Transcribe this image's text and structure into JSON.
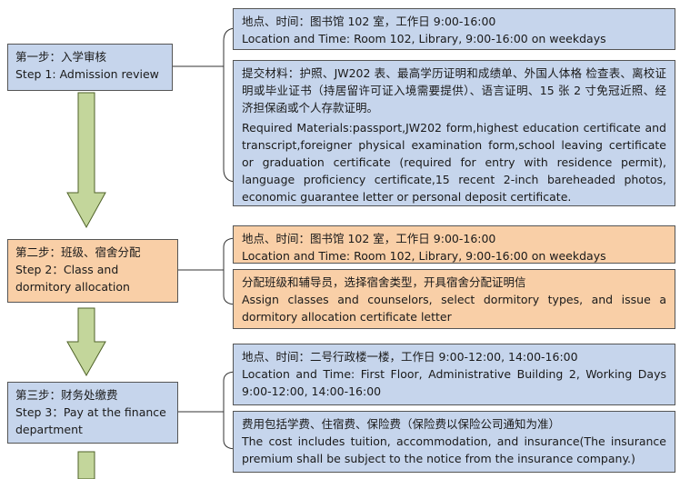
{
  "steps": [
    {
      "zh": "第一步：入学审核",
      "en": "Step 1: Admission review",
      "info1": {
        "zh": "地点、时间：图书馆 102 室，工作日 9:00-16:00",
        "en": "Location and Time: Room 102, Library, 9:00-16:00 on weekdays"
      },
      "info2": {
        "zh": "提交材料：护照、JW202 表、最高学历证明和成绩单、外国人体格 检查表、离校证明或毕业证书（持居留许可证入境需要提供）、语言证明、15 张 2 寸免冠近照、经济担保函或个人存款证明。",
        "en": "Required Materials:passport,JW202 form,highest education certificate and transcript,foreigner physical examination form,school leaving certificate or graduation certificate (required for entry with residence permit), language proficiency certificate,15 recent 2-inch bareheaded photos, economic guarantee letter or personal deposit certificate."
      }
    },
    {
      "zh": "第二步：班级、宿舍分配",
      "en": "Step 2：Class and dormitory allocation",
      "info1": {
        "zh": "地点、时间：图书馆 102 室，工作日 9:00-16:00",
        "en": "Location and Time: Room 102, Library, 9:00-16:00 on weekdays"
      },
      "info2": {
        "zh": "分配班级和辅导员，选择宿舍类型，开具宿舍分配证明信",
        "en": "Assign classes and counselors, select dormitory types, and issue a dormitory allocation certificate letter"
      }
    },
    {
      "zh": "第三步：财务处缴费",
      "en": "Step 3：Pay at the finance department",
      "info1": {
        "zh": "地点、时间：二号行政楼一楼，工作日 9:00-12:00, 14:00-16:00",
        "en": "Location and Time: First Floor, Administrative Building 2, Working Days 9:00-12:00, 14:00-16:00"
      },
      "info2": {
        "zh": "费用包括学费、住宿费、保险费（保险费以保险公司通知为准）",
        "en": "The cost includes tuition, accommodation, and insurance(The insurance premium shall be subject to the notice from the insurance company.)"
      }
    }
  ],
  "colors": {
    "step_box": "#c6d5ec",
    "step2_box": "#f9cfa7",
    "arrow_fill": "#c3d69b",
    "arrow_stroke": "#4f6228"
  }
}
